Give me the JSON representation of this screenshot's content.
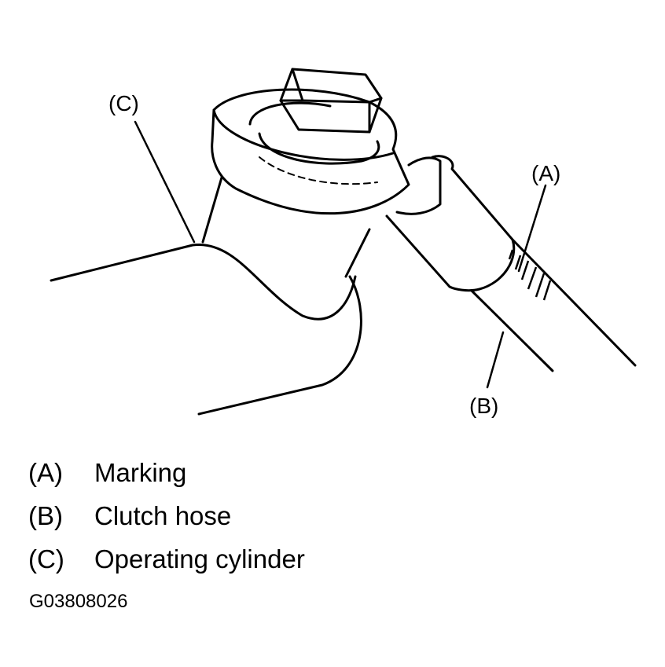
{
  "callouts": {
    "a": "(A)",
    "b": "(B)",
    "c": "(C)"
  },
  "legend": [
    {
      "key": "(A)",
      "label": "Marking"
    },
    {
      "key": "(B)",
      "label": "Clutch hose"
    },
    {
      "key": "(C)",
      "label": "Operating cylinder"
    }
  ],
  "figure_id": "G03808026"
}
